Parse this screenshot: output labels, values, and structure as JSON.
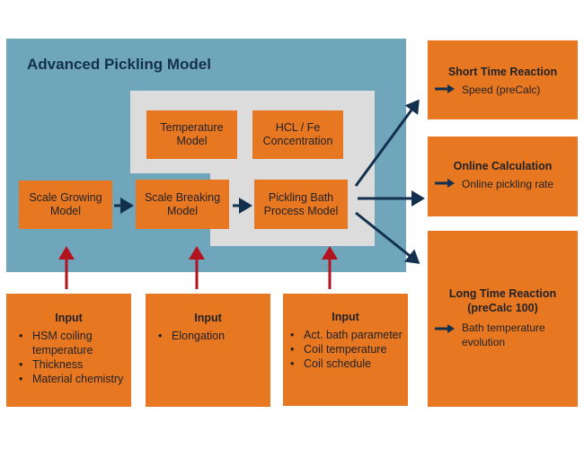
{
  "title": "Advanced Pickling Model",
  "models": {
    "temperature": "Temperature Model",
    "hcl": "HCL / Fe Concentration",
    "scale_growing": "Scale Growing Model",
    "scale_breaking": "Scale Breaking Model",
    "pickling_bath": "Pickling Bath Process Model"
  },
  "outputs": [
    {
      "heading": "Short Time Reaction",
      "item": "Speed (preCalc)"
    },
    {
      "heading": "Online Calculation",
      "item": "Online pickling rate"
    },
    {
      "heading": "Long Time Reaction (preCalc 100)",
      "item": "Bath temperature evolution"
    }
  ],
  "inputs": [
    {
      "heading": "Input",
      "items": [
        "HSM coiling temperature",
        "Thickness",
        "Material chemistry"
      ]
    },
    {
      "heading": "Input",
      "items": [
        "Elongation"
      ]
    },
    {
      "heading": "Input",
      "items": [
        "Act. bath parameter",
        "Coil temperature",
        "Coil schedule"
      ]
    }
  ],
  "colors": {
    "panel": "#6fa6bb",
    "box": "#e87722",
    "inner": "#dcdcdc",
    "arrow_dark": "#14304f",
    "arrow_red": "#b3121f"
  }
}
